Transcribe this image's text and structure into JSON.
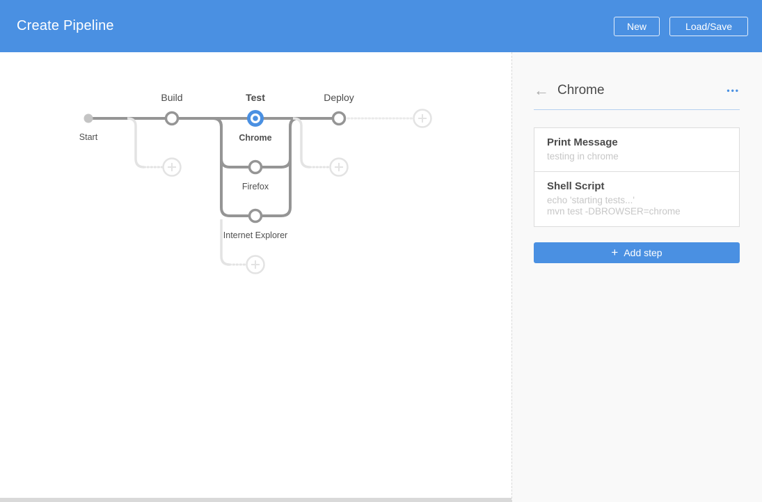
{
  "header": {
    "title": "Create Pipeline",
    "buttons": {
      "new": "New",
      "load_save": "Load/Save"
    }
  },
  "graph": {
    "start": {
      "label": "Start"
    },
    "stages": [
      {
        "label": "Build",
        "selected": false
      },
      {
        "label": "Test",
        "selected": true,
        "branches": [
          {
            "label": "Chrome",
            "selected": true
          },
          {
            "label": "Firefox",
            "selected": false
          },
          {
            "label": "Internet Explorer",
            "selected": false
          }
        ]
      },
      {
        "label": "Deploy",
        "selected": false
      }
    ]
  },
  "panel": {
    "title": "Chrome",
    "steps": [
      {
        "title": "Print Message",
        "details": [
          "testing in chrome"
        ]
      },
      {
        "title": "Shell Script",
        "details": [
          "echo 'starting tests...'",
          "mvn test -DBROWSER=chrome"
        ]
      }
    ],
    "add_step": "Add step"
  },
  "icons": {
    "back_arrow": "←",
    "more_menu": "•••",
    "plus": "+"
  },
  "colors": {
    "header_bg": "#4a90e2",
    "accent": "#4a90e2",
    "graph_line": "#959595",
    "graph_light_line": "#e3e3e3",
    "selected_node": "#4a90e2",
    "panel_bg": "#f9f9f9",
    "divider_blue": "#b5d0f0"
  }
}
